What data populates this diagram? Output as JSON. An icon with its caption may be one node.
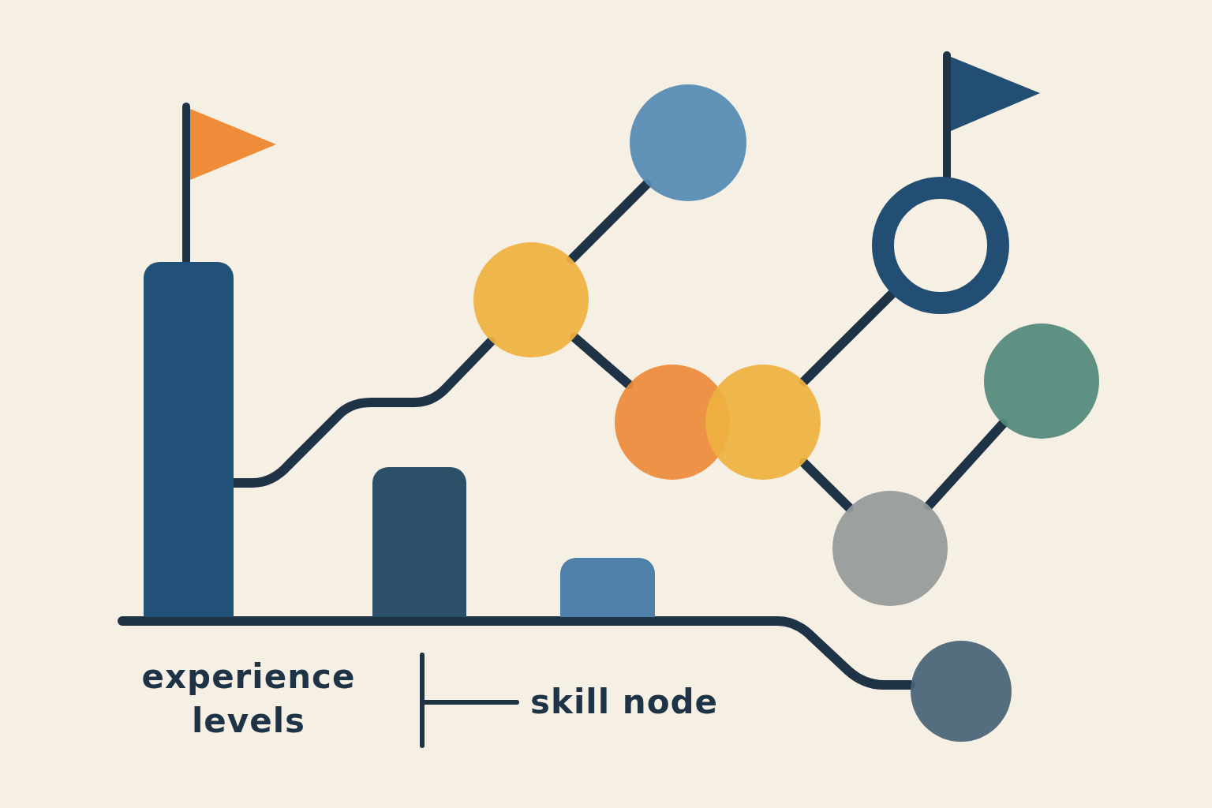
{
  "diagram": {
    "nodes": [
      {
        "text": [],
        "shape": "bar"
      },
      {
        "text": [],
        "shape": "bar"
      },
      {
        "text": [],
        "shape": "bar"
      },
      {
        "text": [],
        "shape": "circle"
      },
      {
        "text": [],
        "shape": "circle"
      },
      {
        "text": [],
        "shape": "circle"
      },
      {
        "text": [],
        "shape": "circle"
      },
      {
        "text": [],
        "shape": "circle"
      },
      {
        "text": [],
        "shape": "circle"
      },
      {
        "text": [],
        "shape": "circle"
      },
      {
        "text": [],
        "shape": "circle"
      }
    ],
    "edges": [
      {
        "from": 0,
        "to": 3,
        "arrow": "none"
      },
      {
        "from": 3,
        "to": 4,
        "arrow": "none"
      },
      {
        "from": 3,
        "to": 5,
        "arrow": "none"
      },
      {
        "from": 6,
        "to": 8,
        "arrow": "none"
      },
      {
        "from": 6,
        "to": 7,
        "arrow": "none"
      },
      {
        "from": 7,
        "to": 10,
        "arrow": "none"
      },
      {
        "from": null,
        "to": 9,
        "arrow": "none"
      }
    ],
    "labels": [
      "experience levels",
      "skill node"
    ]
  }
}
